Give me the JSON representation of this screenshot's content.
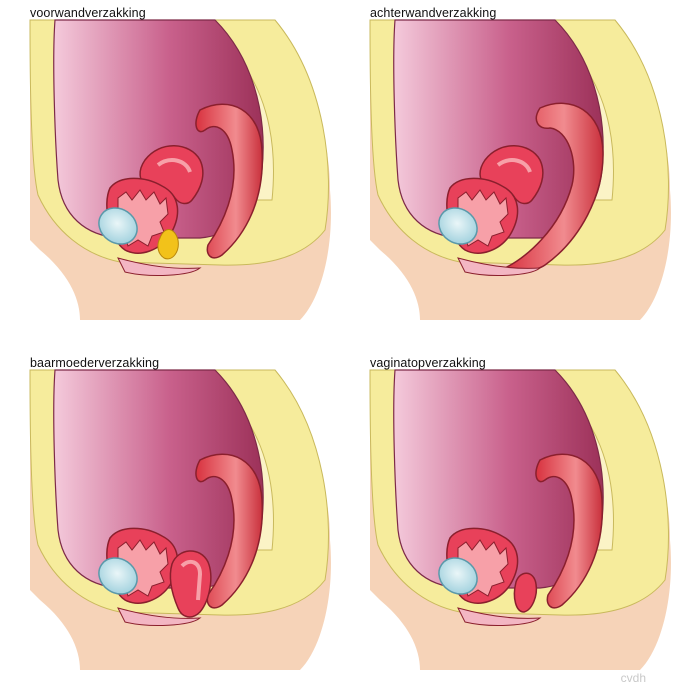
{
  "panels": [
    {
      "id": "anterior",
      "title": "voorwandverzakking"
    },
    {
      "id": "posterior",
      "title": "achterwandverzakking"
    },
    {
      "id": "uterine",
      "title": "baarmoederverzakking"
    },
    {
      "id": "vault",
      "title": "vaginatopverzakking"
    }
  ],
  "credit": "cvdh",
  "colors": {
    "skin": "#f6d3b8",
    "bone": "#f6ec9c",
    "organ_dark": "#a23860",
    "organ_light": "#f3c6d6",
    "tissue": "#e8415a",
    "tissue_inner": "#f7a0a8",
    "bladder": "#b9dfe8",
    "highlight": "#f2c21a"
  }
}
